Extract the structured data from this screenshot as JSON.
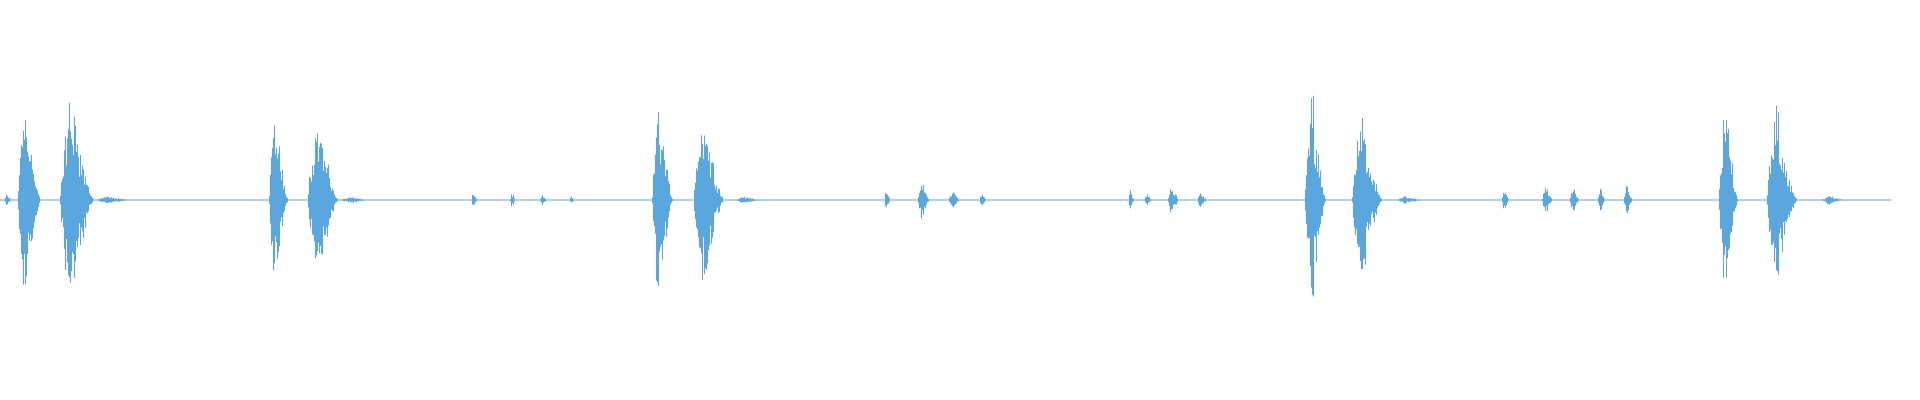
{
  "waveform": {
    "color": "#5aa7e0",
    "background": "#ffffff",
    "duration_fraction_end": 0.985,
    "segments": [
      {
        "center": 0.004,
        "width": 0.004,
        "amp": 0.05
      },
      {
        "center": 0.015,
        "width": 0.012,
        "amp": 0.95
      },
      {
        "center": 0.04,
        "width": 0.018,
        "amp": 0.85
      },
      {
        "center": 0.06,
        "width": 0.02,
        "amp": 0.03
      },
      {
        "center": 0.145,
        "width": 0.01,
        "amp": 0.8
      },
      {
        "center": 0.168,
        "width": 0.016,
        "amp": 0.75
      },
      {
        "center": 0.185,
        "width": 0.015,
        "amp": 0.03
      },
      {
        "center": 0.247,
        "width": 0.003,
        "amp": 0.08
      },
      {
        "center": 0.267,
        "width": 0.003,
        "amp": 0.07
      },
      {
        "center": 0.283,
        "width": 0.004,
        "amp": 0.04
      },
      {
        "center": 0.298,
        "width": 0.003,
        "amp": 0.03
      },
      {
        "center": 0.345,
        "width": 0.011,
        "amp": 0.85
      },
      {
        "center": 0.369,
        "width": 0.016,
        "amp": 0.8
      },
      {
        "center": 0.39,
        "width": 0.014,
        "amp": 0.03
      },
      {
        "center": 0.462,
        "width": 0.003,
        "amp": 0.12
      },
      {
        "center": 0.481,
        "width": 0.006,
        "amp": 0.18
      },
      {
        "center": 0.497,
        "width": 0.006,
        "amp": 0.09
      },
      {
        "center": 0.512,
        "width": 0.004,
        "amp": 0.06
      },
      {
        "center": 0.589,
        "width": 0.003,
        "amp": 0.1
      },
      {
        "center": 0.598,
        "width": 0.004,
        "amp": 0.06
      },
      {
        "center": 0.611,
        "width": 0.006,
        "amp": 0.14
      },
      {
        "center": 0.626,
        "width": 0.005,
        "amp": 0.07
      },
      {
        "center": 0.685,
        "width": 0.011,
        "amp": 1.0
      },
      {
        "center": 0.712,
        "width": 0.016,
        "amp": 0.72
      },
      {
        "center": 0.735,
        "width": 0.015,
        "amp": 0.03
      },
      {
        "center": 0.784,
        "width": 0.004,
        "amp": 0.1
      },
      {
        "center": 0.806,
        "width": 0.006,
        "amp": 0.12
      },
      {
        "center": 0.82,
        "width": 0.005,
        "amp": 0.11
      },
      {
        "center": 0.834,
        "width": 0.004,
        "amp": 0.13
      },
      {
        "center": 0.848,
        "width": 0.005,
        "amp": 0.14
      },
      {
        "center": 0.9,
        "width": 0.01,
        "amp": 0.95
      },
      {
        "center": 0.928,
        "width": 0.016,
        "amp": 0.75
      },
      {
        "center": 0.955,
        "width": 0.012,
        "amp": 0.04
      }
    ]
  }
}
